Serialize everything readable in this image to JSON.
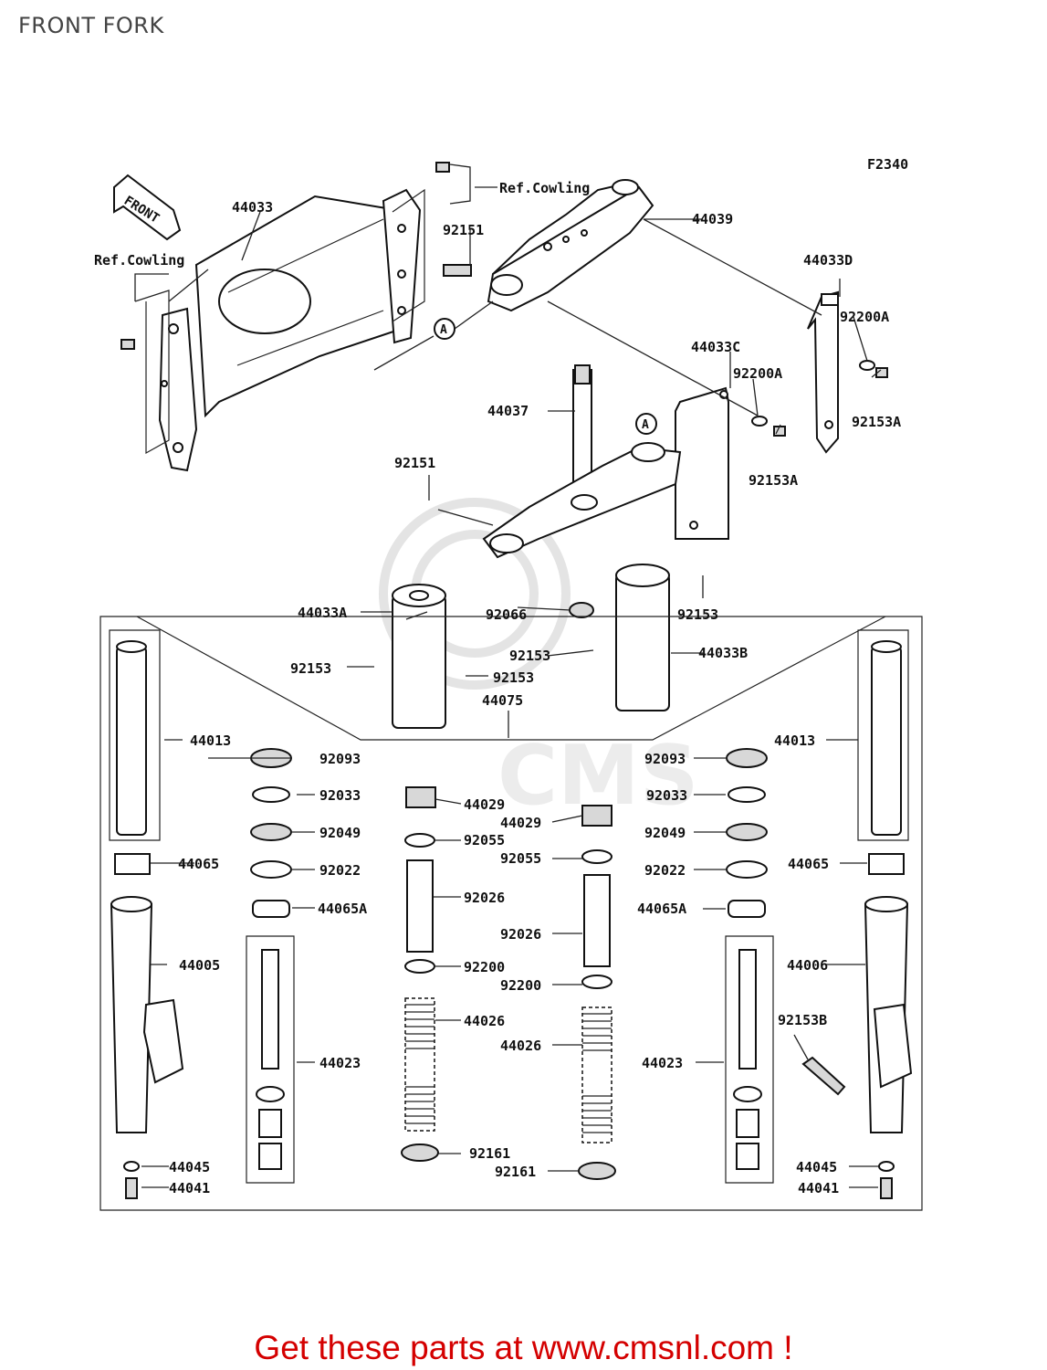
{
  "title": "FRONT FORK",
  "figure_code": "F2340",
  "front_arrow_text": "FRONT",
  "watermark_text": "CMS",
  "footer": "Get these parts at www.cmsnl.com !",
  "labels": {
    "l_44033": "44033",
    "l_refcowl_top": "Ref.Cowling",
    "l_refcowl_left": "Ref.Cowling",
    "l_92151_top": "92151",
    "l_44039": "44039",
    "l_44033D": "44033D",
    "l_92200A_r": "92200A",
    "l_44033C": "44033C",
    "l_92200A_m": "92200A",
    "l_92153A_r": "92153A",
    "l_92153A_m": "92153A",
    "l_44037": "44037",
    "l_92151_mid": "92151",
    "l_44033A": "44033A",
    "l_92066": "92066",
    "l_92153_r": "92153",
    "l_92153_c": "92153",
    "l_44033B": "44033B",
    "l_92153_l": "92153",
    "l_92153_b": "92153",
    "l_44075": "44075",
    "l_44013_l": "44013",
    "l_92093_l": "92093",
    "l_92093_r": "92093",
    "l_44013_r": "44013",
    "l_92033_l": "92033",
    "l_92033_r": "92033",
    "l_44029_l": "44029",
    "l_44029_r": "44029",
    "l_92049_l": "92049",
    "l_92049_r": "92049",
    "l_92055_l": "92055",
    "l_92055_r": "92055",
    "l_44065_l": "44065",
    "l_44065_r": "44065",
    "l_92022_l": "92022",
    "l_92022_r": "92022",
    "l_92026_l": "92026",
    "l_92026_r": "92026",
    "l_44065A_l": "44065A",
    "l_44065A_r": "44065A",
    "l_44005": "44005",
    "l_44006": "44006",
    "l_92200_l": "92200",
    "l_92200_r": "92200",
    "l_44026_l": "44026",
    "l_44026_r": "44026",
    "l_92153B": "92153B",
    "l_44023_l": "44023",
    "l_44023_r": "44023",
    "l_92161_l": "92161",
    "l_92161_r": "92161",
    "l_44045_l": "44045",
    "l_44045_r": "44045",
    "l_44041_l": "44041",
    "l_44041_r": "44041",
    "marker_a1": "A",
    "marker_a2": "A"
  }
}
